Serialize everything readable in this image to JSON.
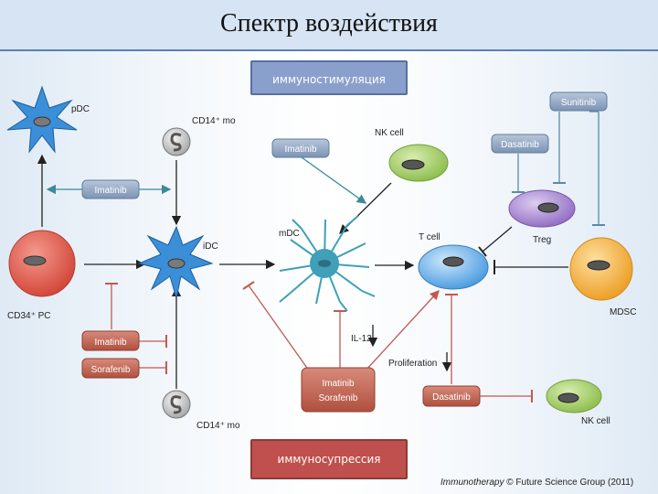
{
  "header": {
    "title": "Спектр воздействия"
  },
  "boxes": {
    "top": "иммуностимуляция",
    "bottom": "иммуносупрессия"
  },
  "cells": {
    "pdc": "pDC",
    "cd14_top": "CD14⁺ mo",
    "cd14_bottom": "CD14⁺ mo",
    "idc": "iDC",
    "mdc": "mDC",
    "cd34": "CD34⁺ PC",
    "nk_top": "NK cell",
    "nk_bottom": "NK cell",
    "tcell": "T cell",
    "treg": "Treg",
    "mdsc": "MDSC"
  },
  "drugs": {
    "sunitinib": "Sunitinib",
    "dasatinib_top": "Dasatinib",
    "imatinib_nk": "Imatinib",
    "imatinib_pdc": "Imatinib",
    "imatinib_left": "Imatinib",
    "sorafenib_left": "Sorafenib",
    "combo_imatinib": "Imatinib",
    "combo_sorafenib": "Sorafenib",
    "dasatinib_bottom": "Dasatinib"
  },
  "annotations": {
    "il12": "IL-12",
    "proliferation": "Proliferation"
  },
  "caption": {
    "journal": "Immunotherapy",
    "rest": " © Future Science Group (2011)"
  },
  "colors": {
    "drug_blue": "#8fa6c4",
    "combo_red": "#b85a4a",
    "cd34_red": "#e06050",
    "nk_green": "#a9cf6e",
    "treg_purple": "#a98ad0",
    "mdsc_orange": "#f4b33c",
    "tcell_blue": "#6aaee6",
    "dc_blue": "#3a8fd8",
    "mdc_teal": "#3fa0b8"
  }
}
